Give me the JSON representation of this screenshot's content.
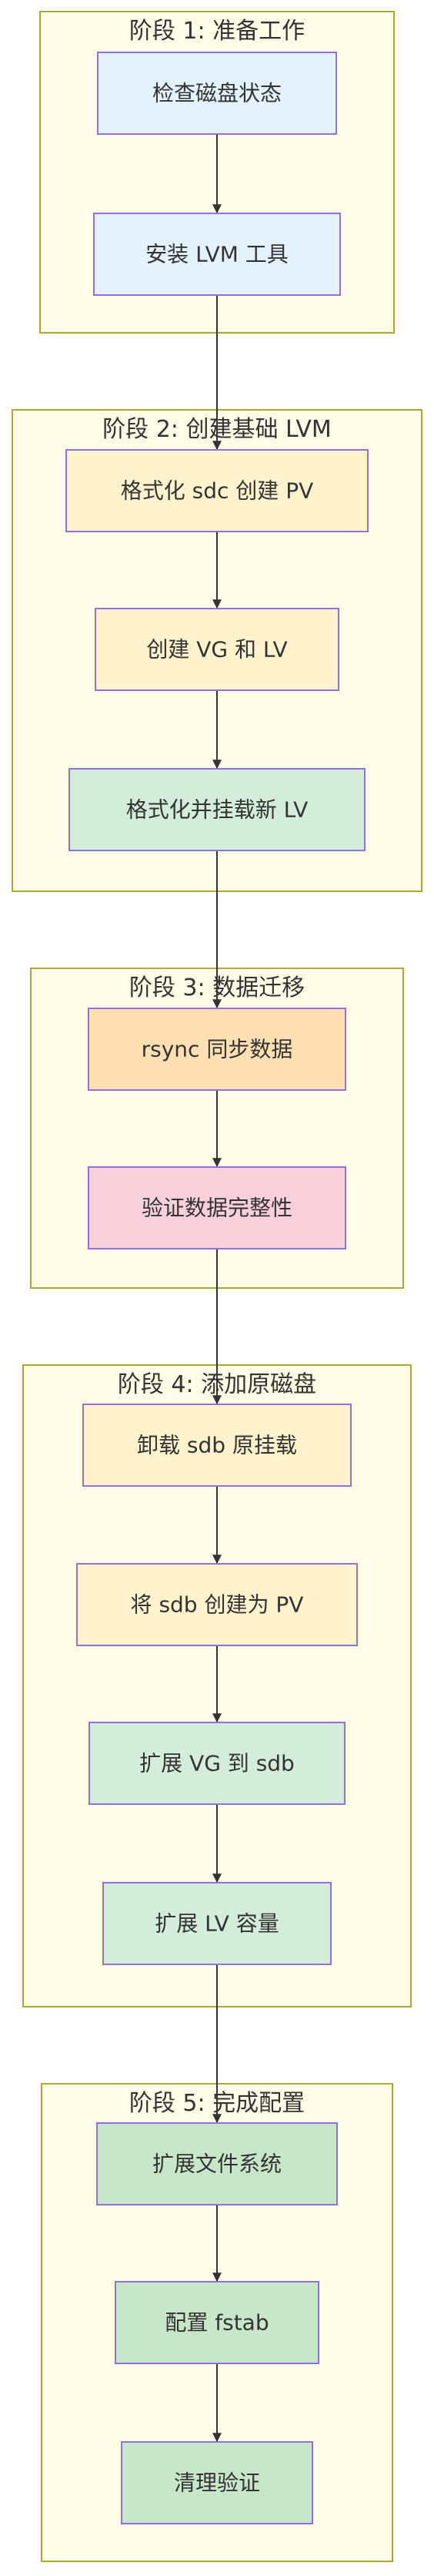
{
  "stages": [
    {
      "title": "阶段 1: 准备工作",
      "nodes": [
        {
          "label": "检查磁盘状态",
          "fill": "#e3f2fd"
        },
        {
          "label": "安装 LVM 工具",
          "fill": "#e3f2fd"
        }
      ]
    },
    {
      "title": "阶段 2: 创建基础 LVM",
      "nodes": [
        {
          "label": "格式化 sdc 创建 PV",
          "fill": "#fff3cd"
        },
        {
          "label": "创建 VG 和 LV",
          "fill": "#fff3cd"
        },
        {
          "label": "格式化并挂载新 LV",
          "fill": "#d4edda"
        }
      ]
    },
    {
      "title": "阶段 3: 数据迁移",
      "nodes": [
        {
          "label": "rsync 同步数据",
          "fill": "#ffe0b2"
        },
        {
          "label": "验证数据完整性",
          "fill": "#f8d0dc"
        }
      ]
    },
    {
      "title": "阶段 4: 添加原磁盘",
      "nodes": [
        {
          "label": "卸载 sdb 原挂载",
          "fill": "#fff3cd"
        },
        {
          "label": "将 sdb 创建为 PV",
          "fill": "#fff3cd"
        },
        {
          "label": "扩展 VG 到 sdb",
          "fill": "#d4edda"
        },
        {
          "label": "扩展 LV 容量",
          "fill": "#d4edda"
        }
      ]
    },
    {
      "title": "阶段 5: 完成配置",
      "nodes": [
        {
          "label": "扩展文件系统",
          "fill": "#c8e6c9"
        },
        {
          "label": "配置 fstab",
          "fill": "#c8e6c9"
        },
        {
          "label": "清理验证",
          "fill": "#c8e6c9"
        }
      ]
    }
  ],
  "colors": {
    "stage_fill": "#fffde7",
    "stage_border": "#aaaa33",
    "node_border": "#9370db",
    "edge": "#333333",
    "text": "#333333"
  }
}
